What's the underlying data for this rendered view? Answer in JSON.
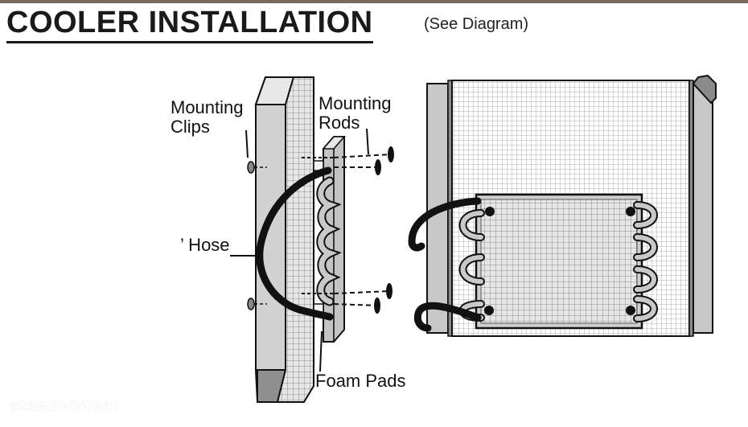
{
  "header": {
    "title": "COOLER INSTALLATION",
    "subtitle": "(See Diagram)"
  },
  "labels": {
    "mounting_clips": [
      "Mounting",
      "Clips"
    ],
    "mounting_rods": [
      "Mounting",
      "Rods"
    ],
    "hose": "’ Hose",
    "foam_pads": "Foam Pads"
  },
  "watermark": "standvirtual",
  "colors": {
    "line": "#111111",
    "panel_gray": "#c8c8c8",
    "dark_gray": "#8a8a8a",
    "mesh": "#bdbdbd",
    "hose": "#111111"
  }
}
